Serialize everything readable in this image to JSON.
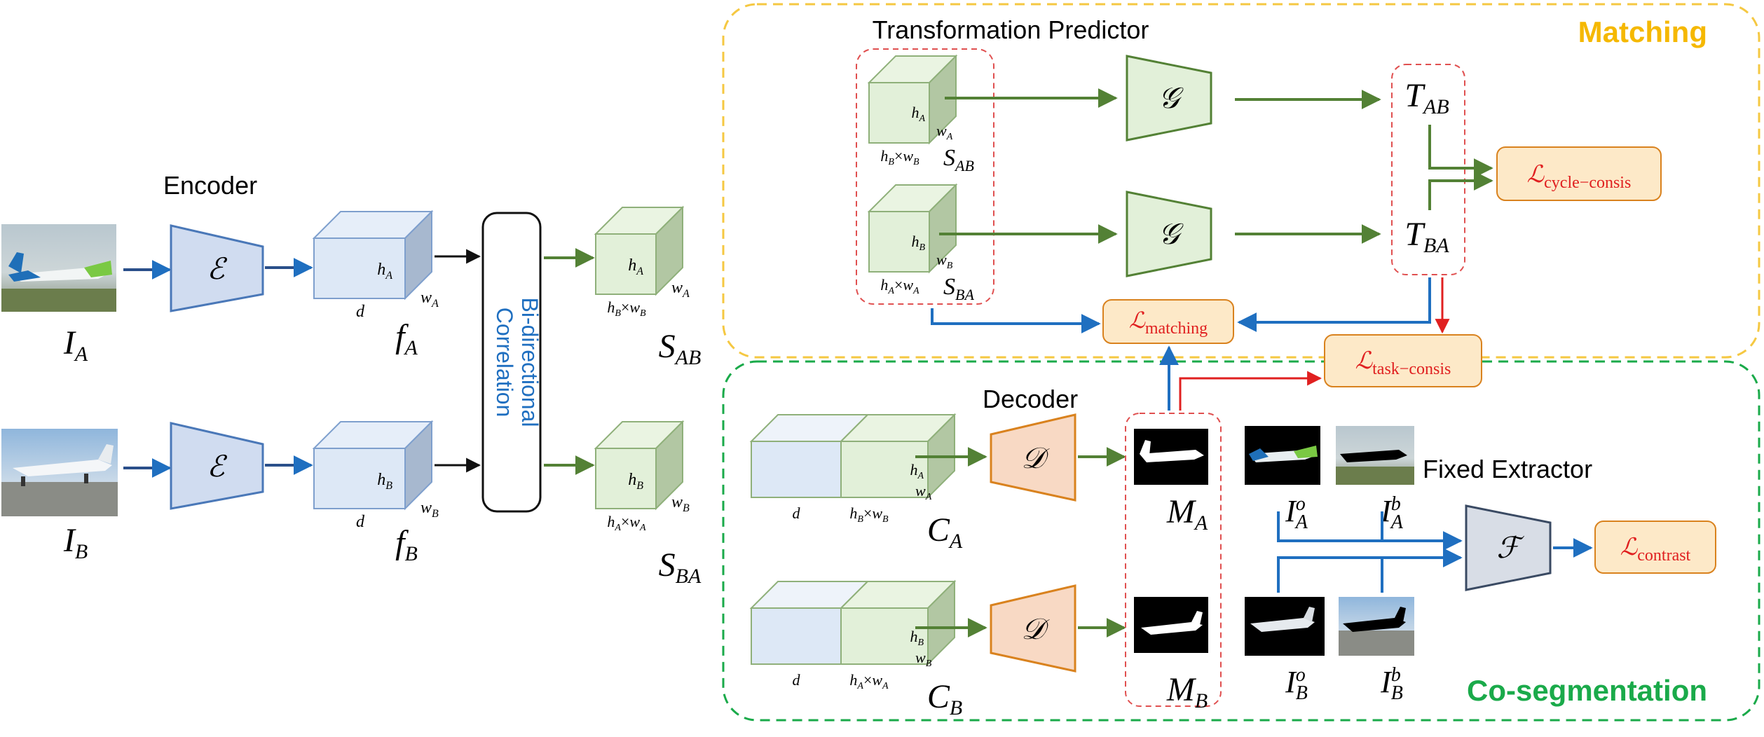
{
  "colors": {
    "matching_border": "#f5c842",
    "matching_title": "#f5b800",
    "coseg_border": "#1aaa4a",
    "coseg_title": "#1aaa4a",
    "blue_arrow": "#1f6fc0",
    "green_arrow": "#538135",
    "red_arrow": "#e02020",
    "red_dash": "#e05050",
    "feature_blue": "#dde8f6",
    "feature_green": "#e2f0d9",
    "encoder_fill": "#d0dcf0",
    "decoder_fill": "#f8d9c4",
    "loss_fill": "#fde9c8",
    "extractor_fill": "#d8dde6"
  },
  "labels": {
    "encoder": "Encoder",
    "bidirectional": "Bi-directional",
    "correlation": "Correlation",
    "transformation_predictor": "Transformation Predictor",
    "matching": "Matching",
    "decoder": "Decoder",
    "fixed_extractor": "Fixed Extractor",
    "co_segmentation": "Co-segmentation"
  },
  "symbols": {
    "I_A": "I",
    "I_A_sub": "A",
    "I_B": "I",
    "I_B_sub": "B",
    "E": "ℰ",
    "f_A": "f",
    "f_A_sub": "A",
    "f_B": "f",
    "f_B_sub": "B",
    "d": "d",
    "h_A": "h",
    "h_A_sub": "A",
    "h_B": "h",
    "h_B_sub": "B",
    "w_A": "w",
    "w_A_sub": "A",
    "w_B": "w",
    "w_B_sub": "B",
    "hBwB": "h",
    "S_AB": "S",
    "S_AB_sub": "AB",
    "S_BA": "S",
    "S_BA_sub": "BA",
    "G": "𝒢",
    "T_AB": "T",
    "T_AB_sub": "AB",
    "T_BA": "T",
    "T_BA_sub": "BA",
    "L": "ℒ",
    "loss_cycle": "cycle−consis",
    "loss_matching": "matching",
    "loss_task": "task−consis",
    "loss_contrast": "contrast",
    "D": "𝒟",
    "C_A": "C",
    "C_A_sub": "A",
    "C_B": "C",
    "C_B_sub": "B",
    "M_A": "M",
    "M_A_sub": "A",
    "M_B": "M",
    "M_B_sub": "B",
    "F": "ℱ",
    "o": "o",
    "b": "b",
    "times": "×"
  },
  "images": {
    "photo_A": "airplane-photo-A",
    "photo_B": "airplane-photo-B",
    "mask_A": "plane-mask-A",
    "mask_B": "plane-mask-B",
    "object_A": "plane-object-A",
    "background_A": "plane-background-A",
    "object_B": "plane-object-B",
    "background_B": "plane-background-B"
  }
}
